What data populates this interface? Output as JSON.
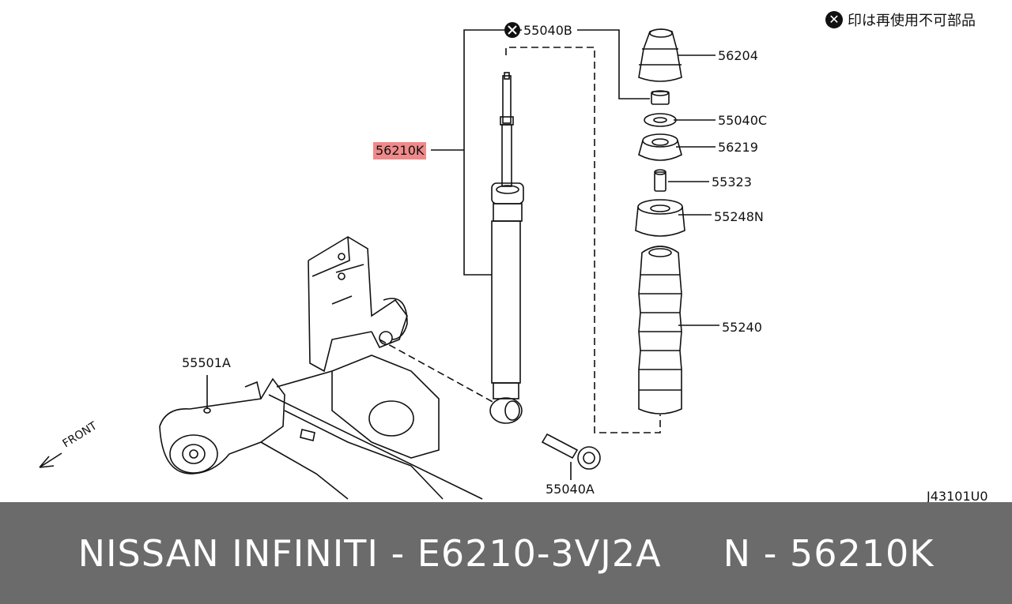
{
  "note": {
    "symbol": "✕",
    "text": "印は再使用不可部品"
  },
  "drawing_code": "J43101U0",
  "callouts": {
    "p55040B": "55040B",
    "p56204": "56204",
    "p55040C": "55040C",
    "p56219": "56219",
    "p55323": "55323",
    "p55248N": "55248N",
    "p55240": "55240",
    "p56210K": "56210K",
    "p55501A": "55501A",
    "p55040A": "55040A"
  },
  "front_label": "FRONT",
  "footer": {
    "text": "NISSAN INFINITI - E6210-3VJ2A     N - 56210K"
  },
  "colors": {
    "highlight": "#f08a8a",
    "footer_bg": "#6b6b6b"
  }
}
